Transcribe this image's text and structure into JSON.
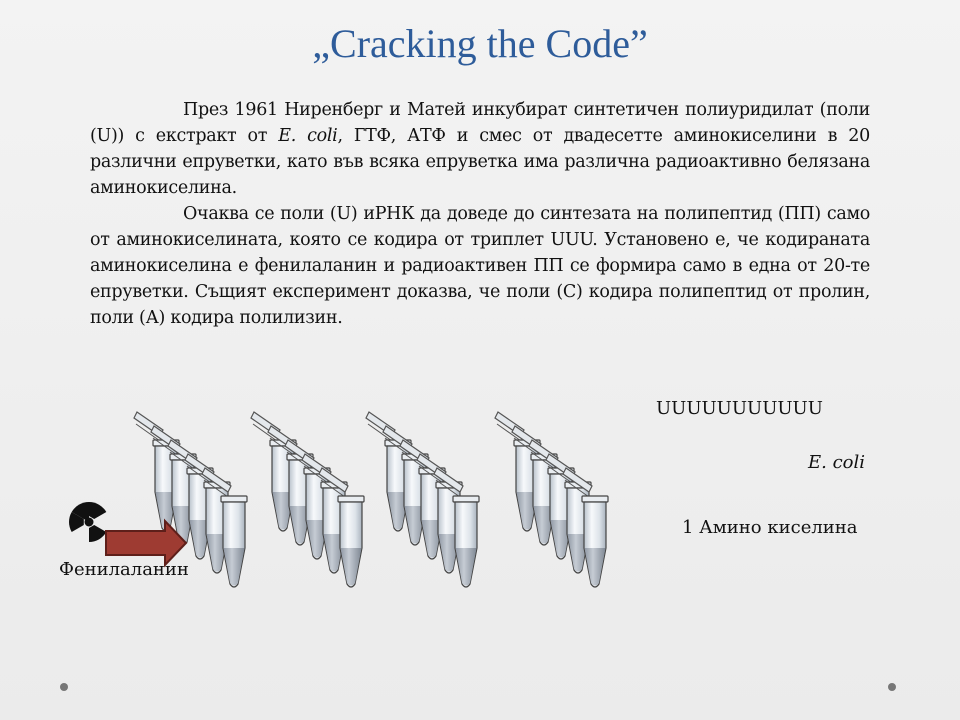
{
  "slide": {
    "title": "„Cracking the Code”",
    "paragraph1": {
      "before_italic": "През 1961 Ниренберг и Матей инкубират синтетичен полиуридилат (поли (U)) с екстракт от ",
      "italic": "E. coli",
      "after_italic": ", ГТФ, АТФ и смес от двадесетте аминокиселини в 20 различни епруветки, като във всяка епруветка има различна радиоактивно белязана аминокиселина."
    },
    "paragraph2": "Очаква се поли (U) иРНК да доведе до синтезата на полипептид (ПП) само от аминокиселината, която се кодира от триплет UUU. Установено е, че кодираната аминокиселина е фенилаланин и радиоактивен ПП се формира само в една от 20-те епруветки. Същият експеримент доказва, че поли (С) кодира полипептид от пролин, поли (А) кодира полилизин.",
    "labels": {
      "poly_u": "UUUUUUUUUUU",
      "ecoli": "E. coli",
      "amino": "1 Амино киселина",
      "phenylalanine": "Фенилаланин"
    },
    "icons": [
      "radiation-icon",
      "arrow-icon",
      "test-tube-icon"
    ],
    "colors": {
      "title": "#2e5c9a",
      "arrow_fill": "#9e3b32",
      "arrow_stroke": "#5e1f1a"
    }
  }
}
